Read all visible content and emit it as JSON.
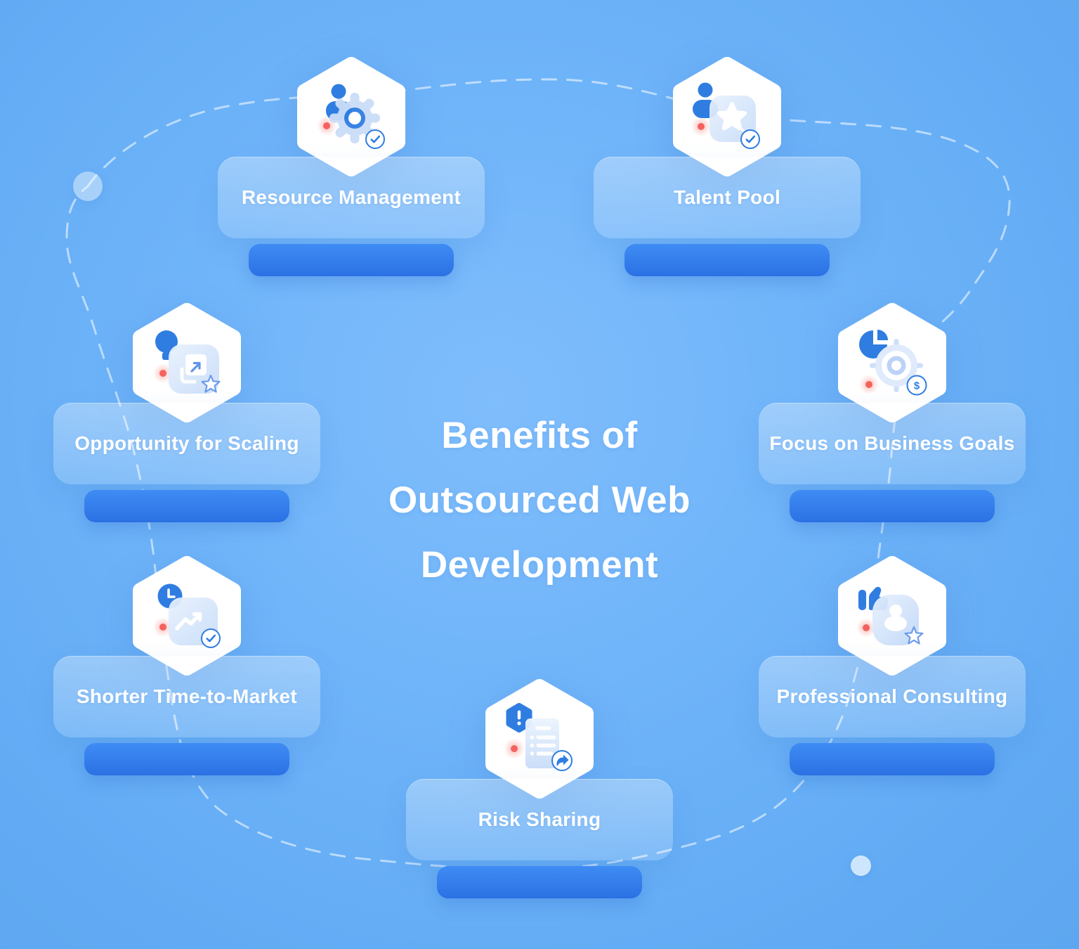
{
  "title": {
    "lines": [
      "Benefits of",
      "Outsourced Web",
      "Development"
    ]
  },
  "items": [
    {
      "id": "resource-management",
      "label": "Resource Management",
      "icon": "user-gear-check-icon"
    },
    {
      "id": "talent-pool",
      "label": "Talent Pool",
      "icon": "user-magic-star-check-icon"
    },
    {
      "id": "opportunity-for-scaling",
      "label": "Opportunity for Scaling",
      "icon": "bulb-expand-star-icon"
    },
    {
      "id": "focus-on-business-goals",
      "label": "Focus on Business Goals",
      "icon": "pie-target-dollar-icon"
    },
    {
      "id": "shorter-time-to-market",
      "label": "Shorter Time-to-Market",
      "icon": "clock-trend-check-icon"
    },
    {
      "id": "professional-consulting",
      "label": "Professional Consulting",
      "icon": "thumbs-up-person-star-icon"
    },
    {
      "id": "risk-sharing",
      "label": "Risk Sharing",
      "icon": "alert-document-share-icon"
    }
  ],
  "glyphs": {
    "dollar": "$"
  },
  "colors": {
    "background": "#6fb4f9",
    "accent_blue": "#2f7de1",
    "bar_blue": "#3181ee",
    "frost_blue": "#cdddf8",
    "red_dot": "#f4625e",
    "text": "#ffffff",
    "dash_line": "rgba(255,255,255,0.55)"
  }
}
